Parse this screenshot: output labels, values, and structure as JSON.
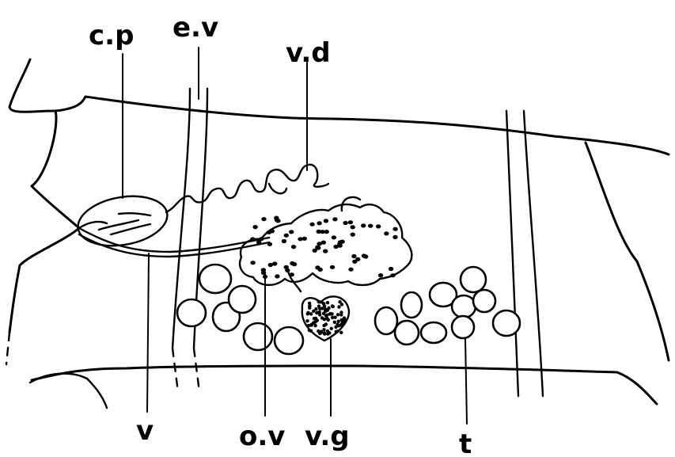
{
  "labels": {
    "cp": "c.p",
    "ev": "e.v",
    "vd": "v.d",
    "v": "v",
    "ov": "o.v",
    "vg": "v.g",
    "t": "t"
  },
  "colors": {
    "ink": "#000000",
    "paper": "#ffffff"
  }
}
